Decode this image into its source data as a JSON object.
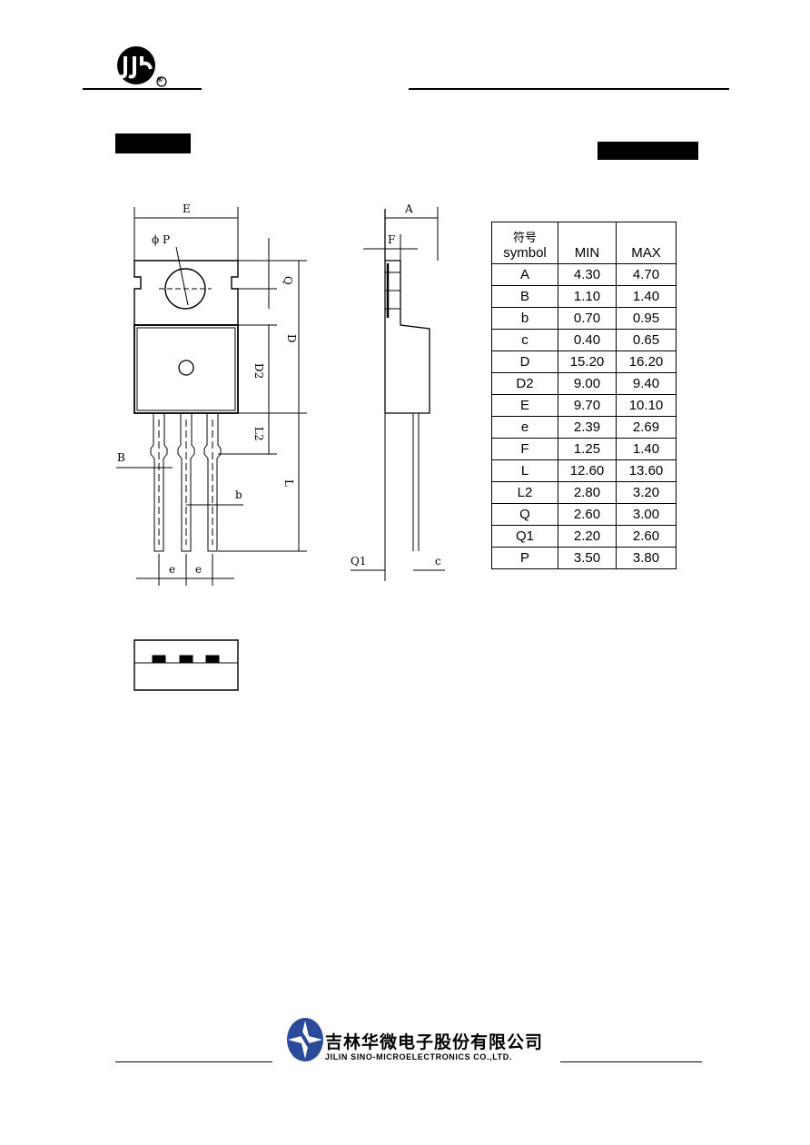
{
  "header": {
    "logo_icon": "jsm-circle-logo-icon",
    "registered_mark": "®"
  },
  "drawing": {
    "front_labels": {
      "E": "E",
      "phiP": "ϕ P",
      "Q": "Q",
      "D": "D",
      "D2": "D2",
      "L2": "L2",
      "L": "L",
      "B": "B",
      "b": "b",
      "e1": "e",
      "e2": "e"
    },
    "side_labels": {
      "A": "A",
      "F": "F",
      "Q1": "Q1",
      "c": "c"
    }
  },
  "table": {
    "header": {
      "symbol_cn": "符号",
      "symbol_en": "symbol",
      "min": "MIN",
      "max": "MAX"
    },
    "rows": [
      {
        "sym": "A",
        "min": "4.30",
        "max": "4.70"
      },
      {
        "sym": "B",
        "min": "1.10",
        "max": "1.40"
      },
      {
        "sym": "b",
        "min": "0.70",
        "max": "0.95"
      },
      {
        "sym": "c",
        "min": "0.40",
        "max": "0.65"
      },
      {
        "sym": "D",
        "min": "15.20",
        "max": "16.20"
      },
      {
        "sym": "D2",
        "min": "9.00",
        "max": "9.40"
      },
      {
        "sym": "E",
        "min": "9.70",
        "max": "10.10"
      },
      {
        "sym": "e",
        "min": "2.39",
        "max": "2.69"
      },
      {
        "sym": "F",
        "min": "1.25",
        "max": "1.40"
      },
      {
        "sym": "L",
        "min": "12.60",
        "max": "13.60"
      },
      {
        "sym": "L2",
        "min": "2.80",
        "max": "3.20"
      },
      {
        "sym": "Q",
        "min": "2.60",
        "max": "3.00"
      },
      {
        "sym": "Q1",
        "min": "2.20",
        "max": "2.60"
      },
      {
        "sym": "P",
        "min": "3.50",
        "max": "3.80"
      }
    ]
  },
  "footer": {
    "company_cn": "吉林华微电子股份有限公司",
    "company_en": "JILIN SINO-MICROELECTRONICS CO.,LTD.",
    "logo_icon": "star-circle-logo-icon",
    "logo_color": "#2b4a9a"
  }
}
